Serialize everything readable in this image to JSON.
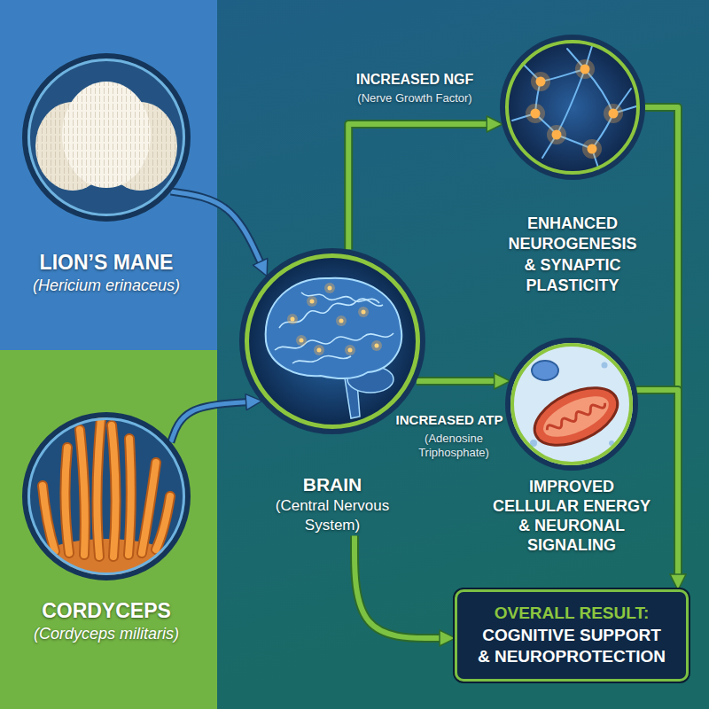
{
  "diagram": {
    "nodes": [
      {
        "text": [
          "LION’S MANE",
          "(Hericium erinaceus)"
        ]
      },
      {
        "text": [
          "CORDYCEPS",
          "(Cordyceps militaris)"
        ]
      },
      {
        "text": [
          "BRAIN",
          "(Central Nervous System)"
        ]
      },
      {
        "text": [
          "ENHANCED NEUROGENESIS & SYNAPTIC PLASTICITY"
        ]
      },
      {
        "text": [
          "IMPROVED CELLULAR ENERGY & NEURONAL SIGNALING"
        ]
      },
      {
        "text": [
          "OVERALL RESULT:",
          "COGNITIVE SUPPORT & NEUROPROTECTION"
        ]
      }
    ],
    "edges": [
      {
        "from": 0,
        "to": 2,
        "arrow": "to"
      },
      {
        "from": 1,
        "to": 2,
        "arrow": "to"
      },
      {
        "from": 2,
        "to": 3,
        "arrow": "to",
        "label": "INCREASED NGF"
      },
      {
        "from": 2,
        "to": 4,
        "arrow": "to",
        "label": "INCREASED ATP"
      },
      {
        "from": 2,
        "to": 5,
        "arrow": "to"
      },
      {
        "from": 3,
        "to": 5,
        "arrow": "to"
      },
      {
        "from": 4,
        "to": 5,
        "arrow": "to"
      }
    ],
    "labels": [
      "(Nerve Growth Factor)",
      "(Adenosine Triphosphate)"
    ]
  }
}
